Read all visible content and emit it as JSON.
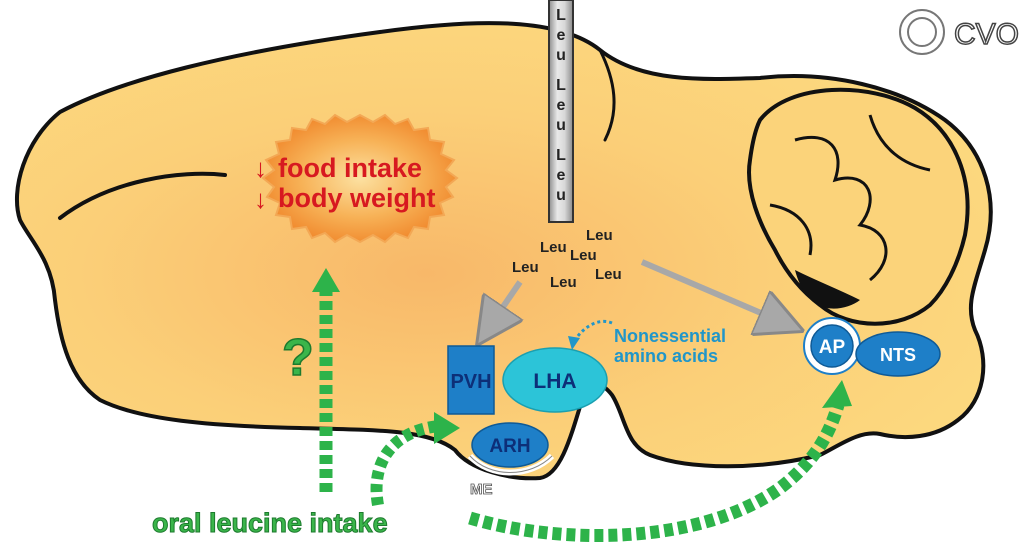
{
  "legend": {
    "label": "CVO"
  },
  "effect": {
    "arrow_glyph": "↓",
    "line1": "food intake",
    "line2": "body weight"
  },
  "question_mark": "?",
  "cannula": {
    "letters": [
      "L",
      "e",
      "u",
      "",
      "L",
      "e",
      "u",
      "",
      "L",
      "e",
      "u"
    ]
  },
  "leu_labels": [
    "Leu",
    "Leu",
    "Leu",
    "Leu",
    "Leu",
    "Leu"
  ],
  "regions": {
    "pvh": "PVH",
    "lha": "LHA",
    "arh": "ARH",
    "me": "ME",
    "ap": "AP",
    "nts": "NTS"
  },
  "nonessential": {
    "line1": "Nonessential",
    "line2": "amino acids"
  },
  "oral_intake": "oral leucine intake",
  "colors": {
    "brain_fill": "#fbd37a",
    "brain_stroke": "#111111",
    "effect_text": "#d71920",
    "effect_glow": "#f49a3c",
    "green_arrow": "#2db34a",
    "green_text": "#3ab54a",
    "region_blue": "#1e7fc8",
    "lha_cyan": "#2cc4d8",
    "region_text": "#0d2f78",
    "nonessential_text": "#2196c9",
    "grey_arrow": "#b0b0b0"
  }
}
